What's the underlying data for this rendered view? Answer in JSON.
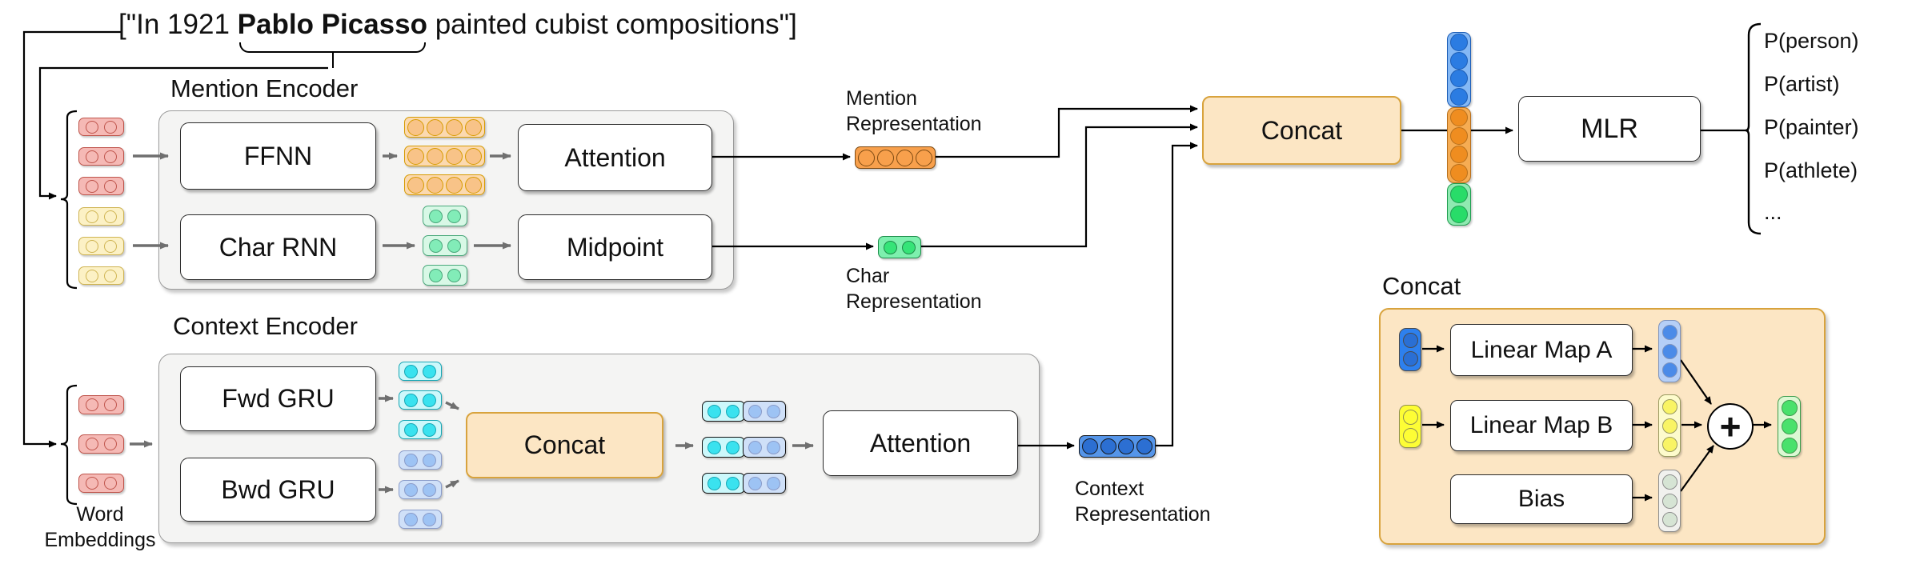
{
  "sentence": {
    "prefix": "[\"In 1921 ",
    "mention": "Pablo Picasso",
    "suffix": " painted cubist compositions\"]"
  },
  "mention_encoder": {
    "title": "Mention Encoder",
    "ffnn_label": "FFNN",
    "char_rnn_label": "Char RNN",
    "attention_label": "Attention",
    "midpoint_label": "Midpoint"
  },
  "context_encoder": {
    "title": "Context Encoder",
    "fwd_gru_label": "Fwd GRU",
    "bwd_gru_label": "Bwd GRU",
    "concat_label": "Concat",
    "attention_label": "Attention"
  },
  "word_embeddings_label": "Word Embeddings",
  "representations": {
    "mention": "Mention Representation",
    "char": "Char Representation",
    "context": "Context Representation"
  },
  "concat_label": "Concat",
  "mlr_label": "MLR",
  "outputs": {
    "items": [
      "P(person)",
      "P(artist)",
      "P(painter)",
      "P(athlete)",
      "..."
    ]
  },
  "concat_detail": {
    "title": "Concat",
    "linear_map_a_label": "Linear Map A",
    "linear_map_b_label": "Linear Map B",
    "bias_label": "Bias",
    "plus_label": "+"
  },
  "colors": {
    "line": "#000000",
    "grayArrow": "#6f6f6f",
    "grayBoxFill": "#f4f4f3",
    "grayBoxBorder": "#9b9b9b",
    "whiteBoxBorder": "#2b2b2b",
    "peachFill": "#fce6c4",
    "peachBorder": "#d8a33d",
    "redFill": "#f5b9b5",
    "redBorder": "#bf544b",
    "yellowFill": "#fcf1c5",
    "yellowBorder": "#cfb452",
    "orangeSeqFill": "#fbd9b0",
    "orangeSeqBorder": "#d79b00",
    "orangeSeqCircle": "#f8c388",
    "greenSeqFill": "#d8f8e6",
    "greenSeqBorder": "#48a87a",
    "greenSeqCircle": "#82ecb8",
    "cyanFill": "#ccf8fb",
    "cyanBorder": "#17a7b5",
    "cyanCircle": "#3ae2ef",
    "blueFill": "#cfe0f8",
    "blueBorder": "#8a9cca",
    "blueCircle": "#9dc3f4",
    "mentionRepFill": "#f8a04c",
    "mentionRepBorder": "#7d4a12",
    "charRepFill": "#7df0ae",
    "charRepBorder": "#1e8c4a",
    "charRepCircle": "#35e478",
    "ctxRepFill": "#5595e9",
    "ctxRepBorder": "#16181b",
    "ctxRepCircle": "#2c6fd2",
    "stackBlueFill": "#84b8f5",
    "stackBlueBorder": "#1d5eb6",
    "stackBlueCircle": "#2b7ce2",
    "stackOrangeFill": "#f6ac53",
    "stackOrangeBorder": "#b8701c",
    "stackOrangeCircle": "#ef8d20",
    "stackGreenFill": "#8feab1",
    "stackGreenBorder": "#1f9e50",
    "stackGreenCircle": "#28dc69",
    "dBlueFill": "#2d80ee",
    "dBlueBorder": "#4a4a4a",
    "dBlueCircle": "#2a6fd4",
    "dYellowFill": "#fdfd35",
    "dYellowBorder": "#8e8e52",
    "dLightBlueFill": "#b5cff7",
    "dLightBlueBorder": "#7e93bd",
    "dLightBlueCircle": "#4b8be8",
    "dLightYellowFill": "#fdfbcc",
    "dLightYellowBorder": "#9a9a60",
    "dLightYellowCircle": "#f9f464",
    "dGrayFill": "#f1f1ee",
    "dGrayBorder": "#8c8c8c",
    "dGrayCircle": "#d6e4d4",
    "dGreenFill": "#dcf8d3",
    "dGreenBorder": "#3f9e4f",
    "dGreenCircle": "#49e16c"
  }
}
